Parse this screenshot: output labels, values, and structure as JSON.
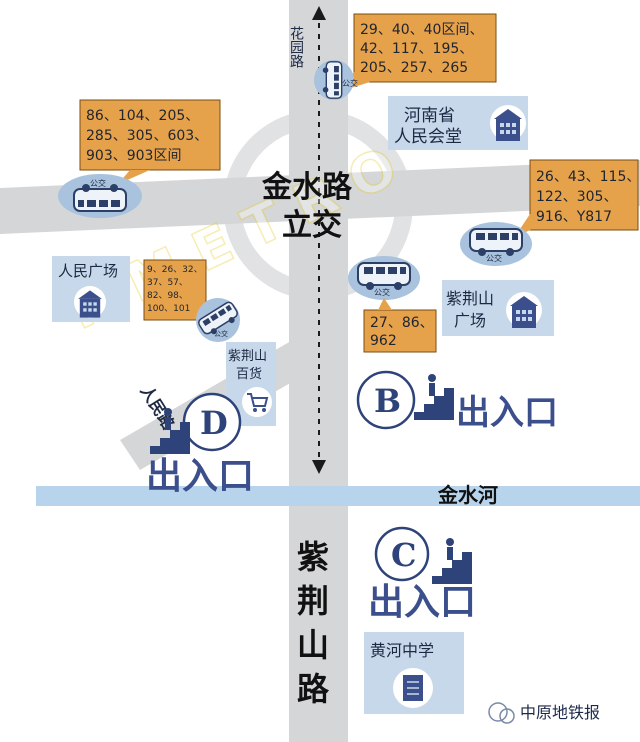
{
  "roads": {
    "huayuan": "花园路",
    "jinshui_line1": "金水路",
    "jinshui_line2": "立交",
    "renmin": "人民路",
    "zijingshan_chars": [
      "紫",
      "荆",
      "山",
      "路"
    ],
    "jinshui_river": "金水河"
  },
  "landmarks": {
    "renmin_square": "人民广场",
    "henan_hall_line1": "河南省",
    "henan_hall_line2": "人民会堂",
    "zijingshan_square_line1": "紫荆山",
    "zijingshan_square_line2": "广场",
    "zijingshan_store_line1": "紫荆山",
    "zijingshan_store_line2": "百货",
    "huanghe_school": "黄河中学"
  },
  "bus_stops": [
    {
      "label": "公交",
      "routes": [
        "29、40、40区间、",
        "42、117、195、",
        "205、257、265"
      ]
    },
    {
      "label": "公交",
      "routes": [
        "86、104、205、",
        "285、305、603、",
        "903、903区间"
      ]
    },
    {
      "label": "公交",
      "routes": [
        "26、43、115、",
        "122、305、",
        "916、Y817"
      ]
    },
    {
      "label": "公交",
      "routes": [
        "27、86、",
        "962"
      ]
    },
    {
      "label": "公交",
      "routes": [
        "9、26、32、",
        "37、57、",
        "82、98、",
        "100、101"
      ]
    }
  ],
  "exits": [
    {
      "letter": "D",
      "label": "出入口"
    },
    {
      "letter": "B",
      "label": "出入口"
    },
    {
      "letter": "C",
      "label": "出入口"
    }
  ],
  "watermark": "中原地铁报",
  "colors": {
    "road": "#d4d6d8",
    "river": "#b8d4ec",
    "route_box": "#e5a24a",
    "building_box": "#c7d8ea",
    "bus_circle": "#a9c2dd",
    "exit_blue": "#3a4f8c"
  }
}
